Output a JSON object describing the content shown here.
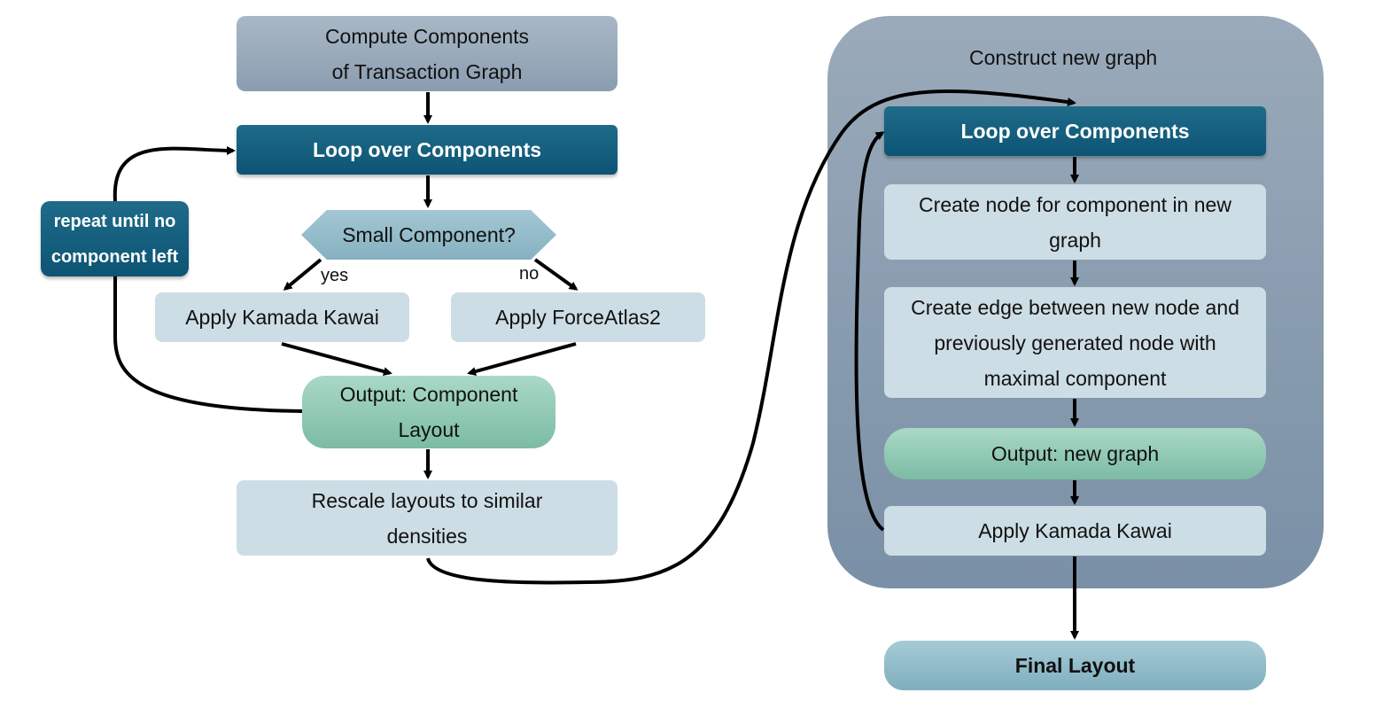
{
  "left": {
    "compute": "Compute Components of Transaction Graph",
    "loop": "Loop over Components",
    "decision": "Small Component?",
    "yes_label": "yes",
    "no_label": "no",
    "kamada": "Apply Kamada Kawai",
    "forceatlas": "Apply ForceAtlas2",
    "output": "Output: Component Layout",
    "repeat": "repeat until no component left",
    "rescale": "Rescale layouts to similar densities"
  },
  "right": {
    "container_title": "Construct new graph",
    "loop": "Loop over Components",
    "create_node": "Create node for component in new graph",
    "create_edge": "Create edge between new node and previously generated node with maximal component",
    "output": "Output: new graph",
    "kamada": "Apply Kamada Kawai",
    "final": "Final Layout"
  },
  "colors": {
    "dark_box": "#0d5474",
    "light_box": "#cddde5",
    "green_box": "#8fcbb4",
    "grey_box": "#9aaaba",
    "arrow": "#000000"
  }
}
